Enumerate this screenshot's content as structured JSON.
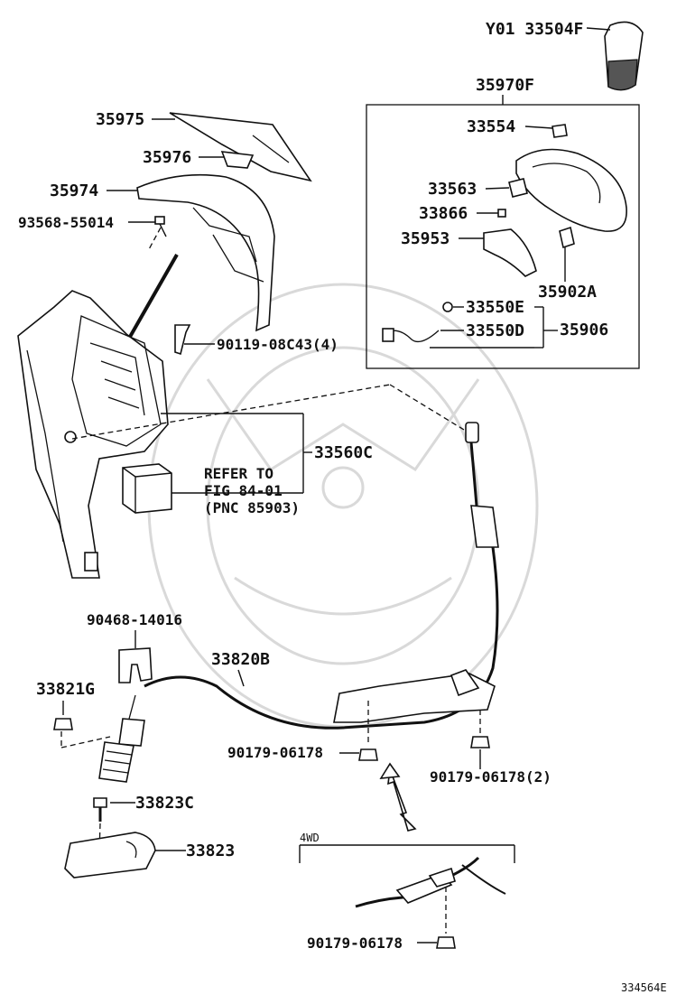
{
  "labels": {
    "p33504f": "Y01 33504F",
    "p35970f": "35970F",
    "p35975": "35975",
    "p35976": "35976",
    "p35974": "35974",
    "p93568": "93568-55014",
    "p90119": "90119-08C43(4)",
    "p33554": "33554",
    "p33563": "33563",
    "p33866": "33866",
    "p35953": "35953",
    "p35902a": "35902A",
    "p33550e": "33550E",
    "p33550d": "33550D",
    "p35906": "35906",
    "p33560c": "33560C",
    "refer1": "REFER TO",
    "refer2": "FIG 84-01",
    "refer3": "(PNC 85903)",
    "p90468": "90468-14016",
    "p33820b": "33820B",
    "p33821g": "33821G",
    "p90179a": "90179-06178",
    "p90179b": "90179-06178(2)",
    "p33823c": "33823C",
    "p33823": "33823",
    "wd4": "4WD",
    "p90179c": "90179-06178",
    "figure_id": "334564E"
  }
}
